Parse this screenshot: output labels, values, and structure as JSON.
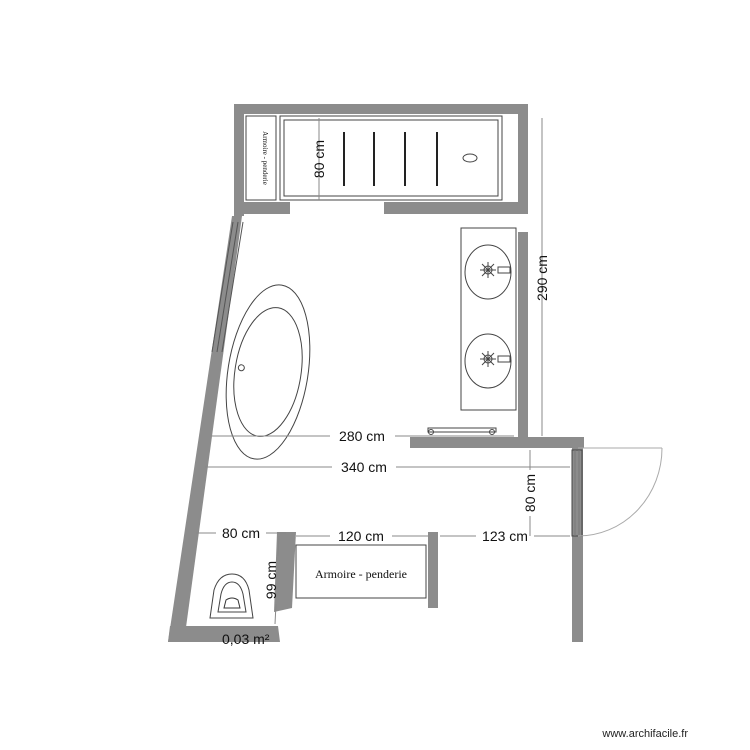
{
  "dimensions": {
    "d_80_top": "80 cm",
    "d_290": "290 cm",
    "d_280": "280 cm",
    "d_340": "340 cm",
    "d_80_right": "80 cm",
    "d_80_left": "80 cm",
    "d_120": "120 cm",
    "d_123": "123 cm",
    "d_99": "99 cm"
  },
  "labels": {
    "wardrobe_small": "Armoire - penderie",
    "wardrobe_large": "Armoire - penderie",
    "area": "0,03 m²"
  },
  "credit": "www.archifacile.fr"
}
